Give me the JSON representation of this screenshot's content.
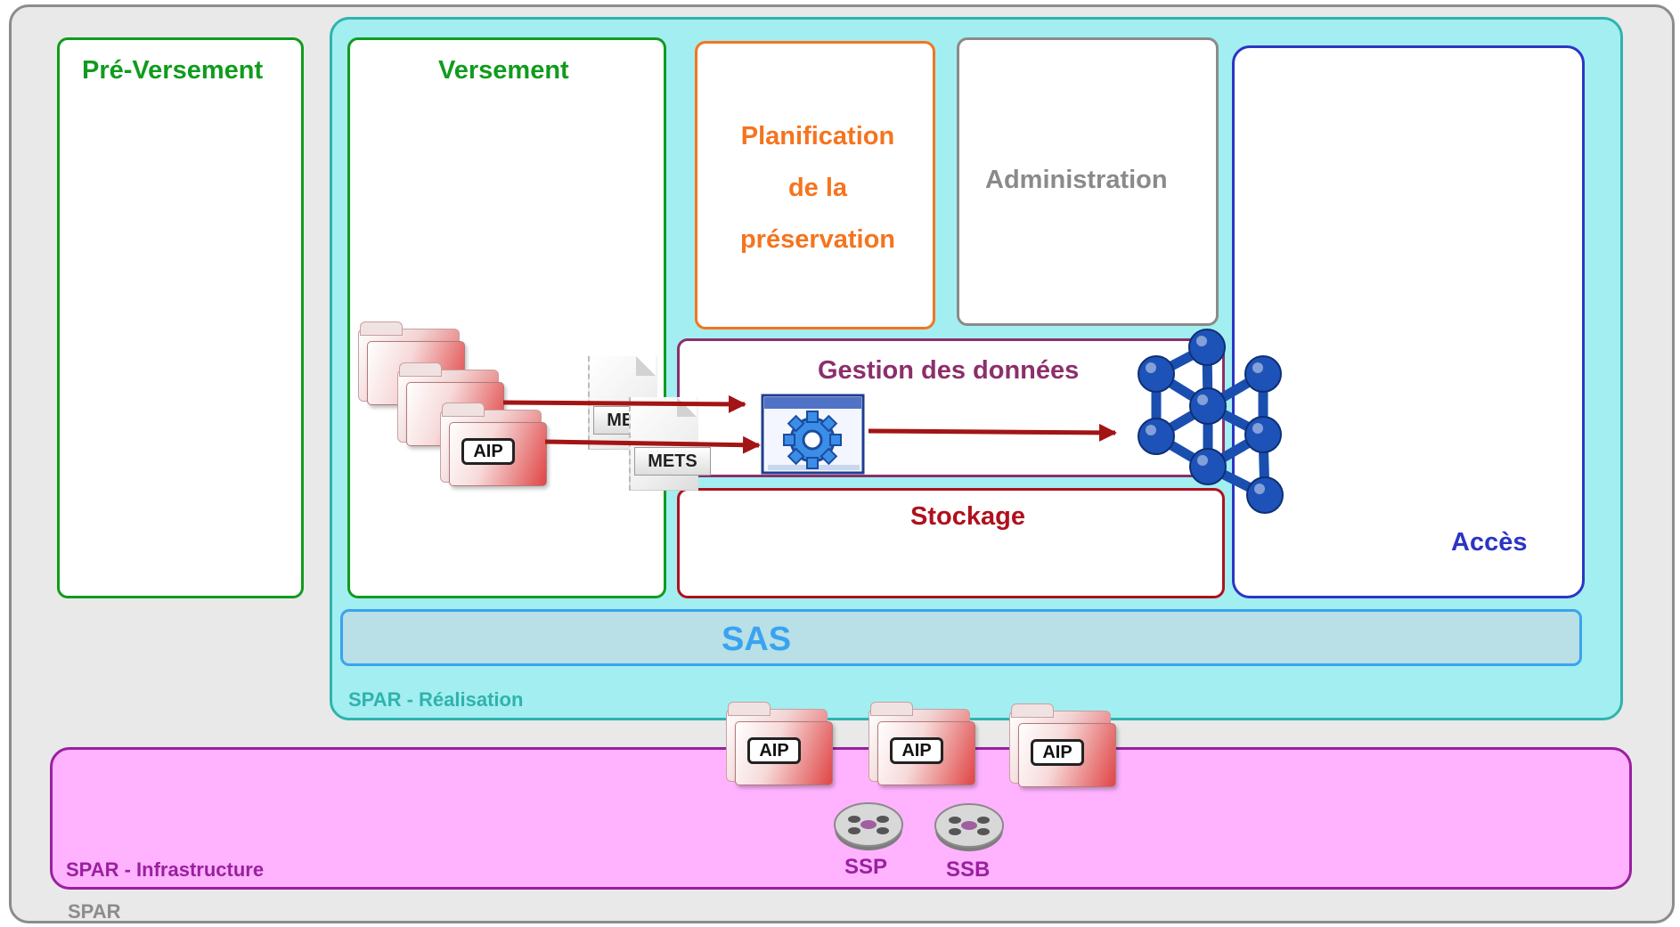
{
  "layers": {
    "spar": "SPAR",
    "realisation": "SPAR - Réalisation",
    "infrastructure": "SPAR - Infrastructure"
  },
  "modules": {
    "preversement": "Pré-Versement",
    "versement": "Versement",
    "planification_lines": [
      "Planification",
      "de la",
      "préservation"
    ],
    "administration": "Administration",
    "gestion": "Gestion des données",
    "stockage": "Stockage",
    "acces": "Accès",
    "sas": "SAS"
  },
  "packages": {
    "aip": "AIP",
    "mets": "METS"
  },
  "storage_reels": [
    "SSP",
    "SSB"
  ],
  "colors": {
    "spar": "#8c8c8c",
    "realisation": "#2fb3ad",
    "infrastructure": "#9b1fa0",
    "versement": "#119b1e",
    "planification": "#f5741e",
    "gestion": "#8c2f6b",
    "stockage": "#b0101e",
    "acces": "#2c35c4",
    "sas": "#3aa3f0",
    "arrow": "#a31414",
    "network": "#1a4fb0"
  }
}
